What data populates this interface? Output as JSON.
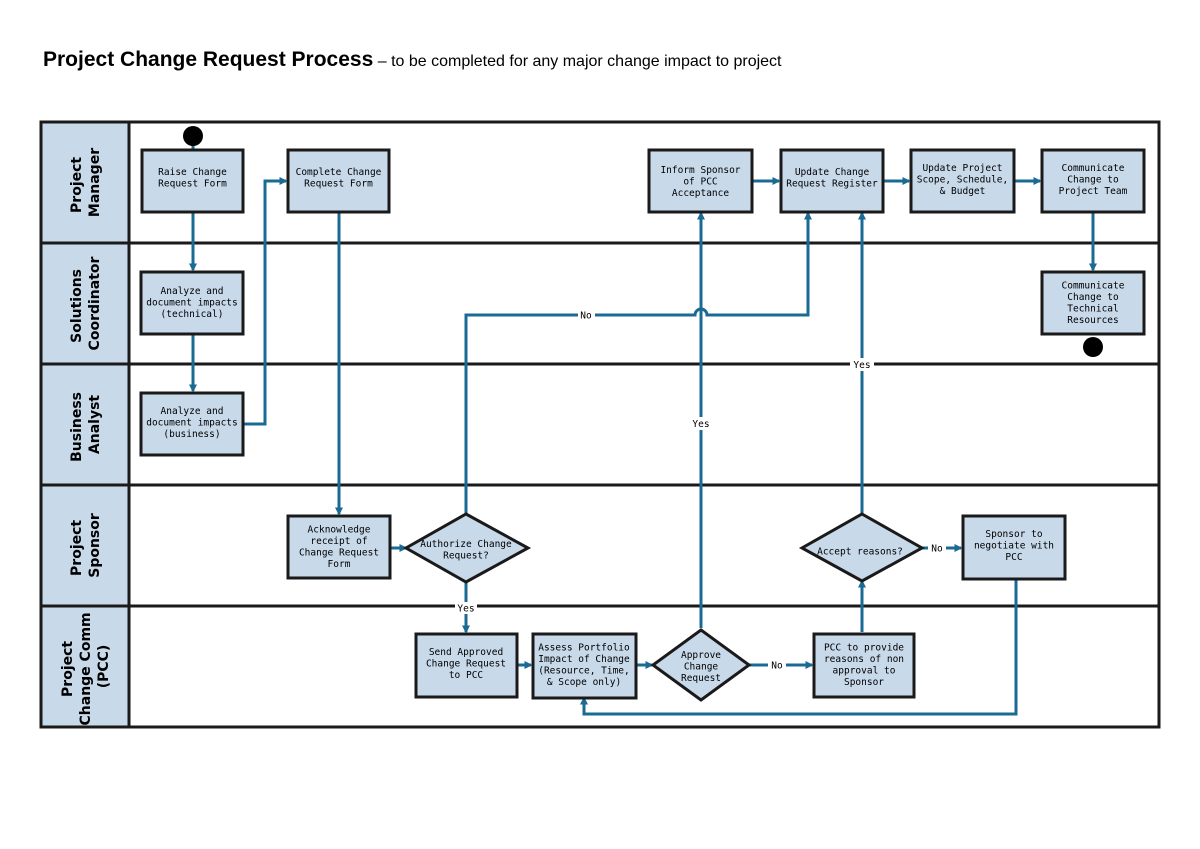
{
  "title": {
    "bold": "Project Change Request Process",
    "rest": " – to be completed for any major change impact to project"
  },
  "colors": {
    "box_fill": "#c8d9ea",
    "box_stroke": "#1a1a1a",
    "lane_header_fill": "#c8d9ea",
    "arrow": "#1a6a94"
  },
  "lanes": [
    {
      "id": "pm",
      "lines": [
        "Project",
        "Manager"
      ]
    },
    {
      "id": "sc",
      "lines": [
        "Solutions",
        "Coordinator"
      ]
    },
    {
      "id": "ba",
      "lines": [
        "Business",
        "Analyst"
      ]
    },
    {
      "id": "ps",
      "lines": [
        "Project",
        "Sponsor"
      ]
    },
    {
      "id": "pcc",
      "lines": [
        "Project",
        "Change Comm",
        "(PCC)"
      ]
    }
  ],
  "nodes": {
    "raise": [
      "Raise Change",
      "Request Form"
    ],
    "complete": [
      "Complete Change",
      "Request Form"
    ],
    "inform": [
      "Inform Sponsor",
      "of PCC",
      "Acceptance"
    ],
    "update_register": [
      "Update Change",
      "Request Register"
    ],
    "update_scope": [
      "Update Project",
      "Scope, Schedule,",
      "& Budget"
    ],
    "communicate_team": [
      "Communicate",
      "Change to",
      "Project Team"
    ],
    "analyze_tech": [
      "Analyze and",
      "document impacts",
      "(technical)"
    ],
    "communicate_tech": [
      "Communicate",
      "Change to",
      "Technical",
      "Resources"
    ],
    "analyze_bus": [
      "Analyze and",
      "document impacts",
      "(business)"
    ],
    "acknowledge": [
      "Acknowledge",
      "receipt of",
      "Change Request",
      "Form"
    ],
    "authorize": [
      "Authorize Change",
      "Request?"
    ],
    "accept_reasons": [
      "Accept reasons?"
    ],
    "negotiate": [
      "Sponsor to",
      "negotiate with",
      "PCC"
    ],
    "send_approved": [
      "Send Approved",
      "Change Request",
      "to PCC"
    ],
    "assess": [
      "Assess Portfolio",
      "Impact of Change",
      "(Resource, Time,",
      "& Scope only)"
    ],
    "approve": [
      "Approve",
      "Change",
      "Request"
    ],
    "pcc_reasons": [
      "PCC to provide",
      "reasons of non",
      "approval to",
      "Sponsor"
    ]
  },
  "connector_labels": {
    "no_authorize": "No",
    "yes_authorize": "Yes",
    "yes_approve": "Yes",
    "no_approve": "No",
    "yes_accept": "Yes",
    "no_accept": "No"
  }
}
